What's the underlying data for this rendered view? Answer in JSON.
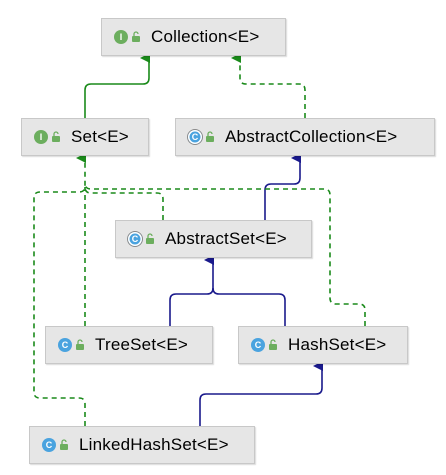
{
  "nodes": {
    "collection": {
      "label": "Collection<E>",
      "badge": "I",
      "kind": "interface"
    },
    "set": {
      "label": "Set<E>",
      "badge": "I",
      "kind": "interface"
    },
    "abstract_collection": {
      "label": "AbstractCollection<E>",
      "badge": "C",
      "kind": "abstract"
    },
    "abstract_set": {
      "label": "AbstractSet<E>",
      "badge": "C",
      "kind": "abstract"
    },
    "tree_set": {
      "label": "TreeSet<E>",
      "badge": "C",
      "kind": "class"
    },
    "hash_set": {
      "label": "HashSet<E>",
      "badge": "C",
      "kind": "class"
    },
    "linked_hash_set": {
      "label": "LinkedHashSet<E>",
      "badge": "C",
      "kind": "class"
    }
  },
  "edges": [
    {
      "from": "set",
      "to": "collection",
      "type": "extends-interface"
    },
    {
      "from": "abstract_collection",
      "to": "collection",
      "type": "implements"
    },
    {
      "from": "abstract_set",
      "to": "abstract_collection",
      "type": "extends"
    },
    {
      "from": "abstract_set",
      "to": "set",
      "type": "implements"
    },
    {
      "from": "tree_set",
      "to": "abstract_set",
      "type": "extends"
    },
    {
      "from": "hash_set",
      "to": "abstract_set",
      "type": "extends"
    },
    {
      "from": "tree_set",
      "to": "set",
      "type": "implements"
    },
    {
      "from": "hash_set",
      "to": "set",
      "type": "implements"
    },
    {
      "from": "linked_hash_set",
      "to": "hash_set",
      "type": "extends"
    },
    {
      "from": "linked_hash_set",
      "to": "set",
      "type": "implements"
    }
  ],
  "colors": {
    "interface_edge": "#1a8a1a",
    "class_edge": "#1a1a8c",
    "interface_badge": "#6cae5e",
    "class_badge": "#4aa3df",
    "node_bg": "#e6e6e6"
  }
}
